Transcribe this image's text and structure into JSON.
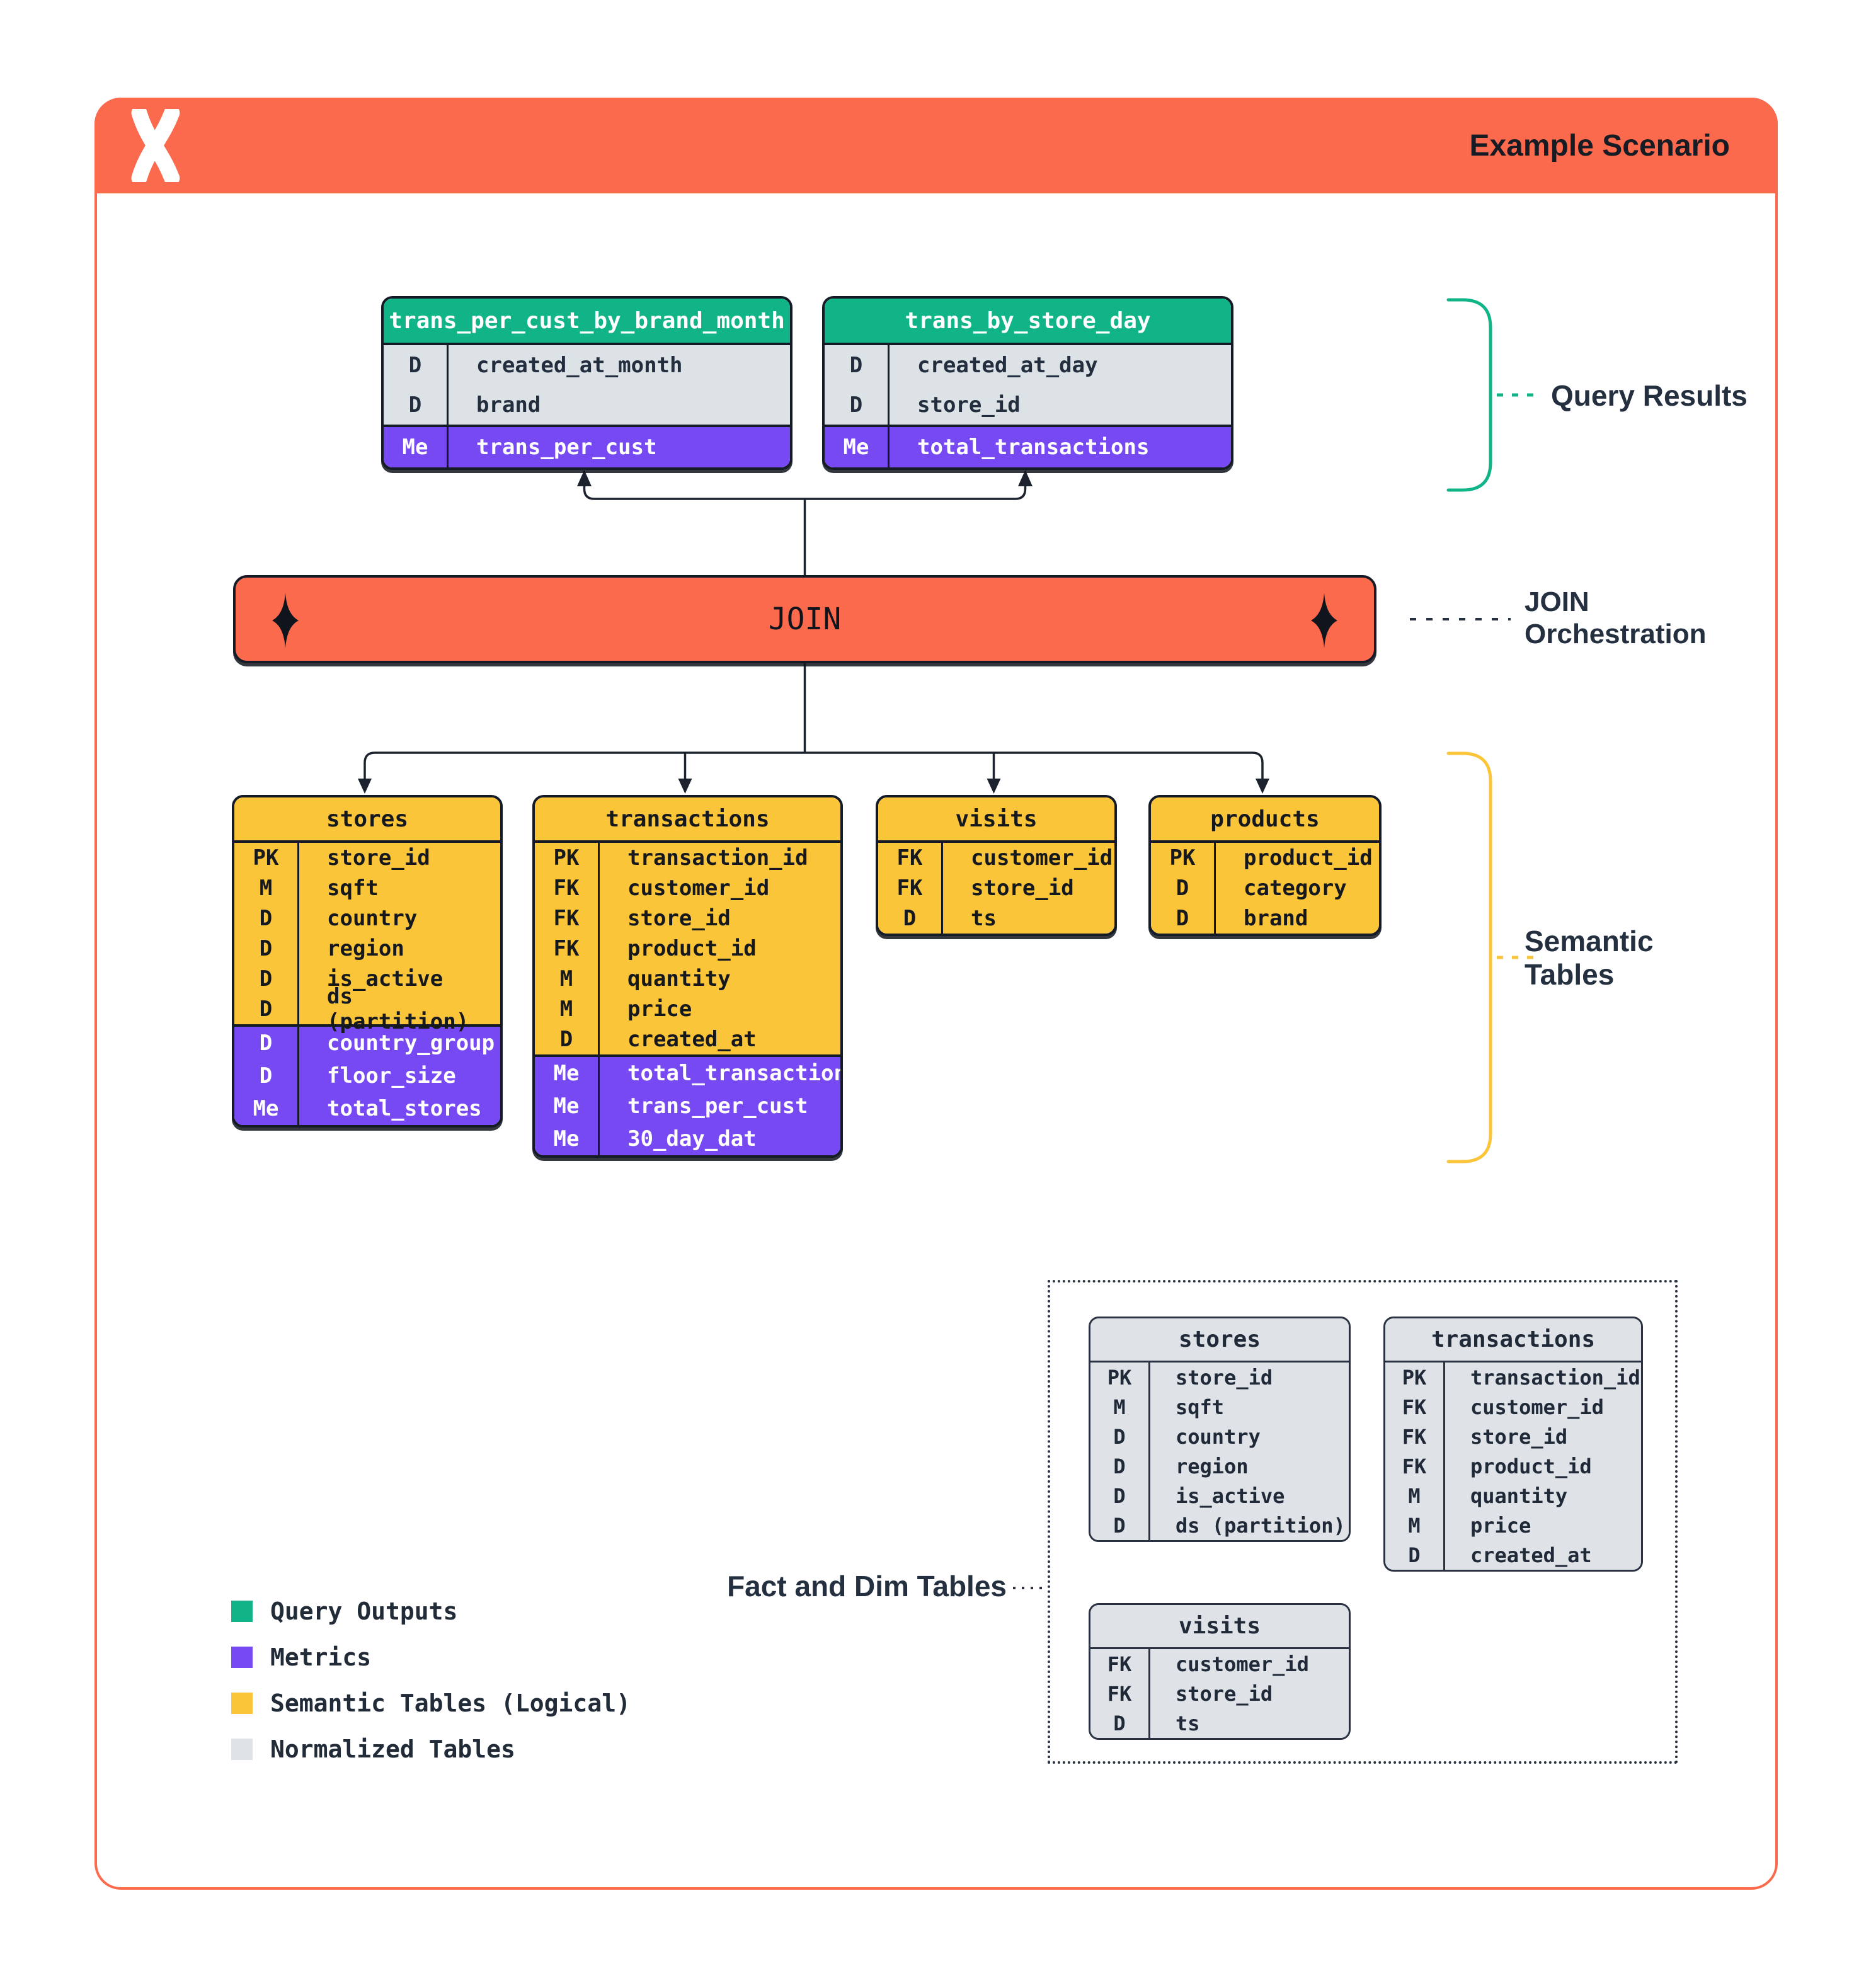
{
  "header": {
    "title": "Example Scenario",
    "logo": "x-mark-logo"
  },
  "join": {
    "label": "JOIN"
  },
  "labels": {
    "query_results": "Query Results",
    "join_orch_line1": "JOIN",
    "join_orch_line2": "Orchestration",
    "semantic_line1": "Semantic",
    "semantic_line2": "Tables",
    "fact_dim": "Fact and Dim Tables"
  },
  "colors": {
    "accent_orange": "#FC6A4D",
    "query_output_green": "#10B487",
    "metric_purple": "#7649F2",
    "semantic_yellow": "#FBC53A",
    "normalized_gray": "#DFE3E8",
    "ink_navy": "#2A3242"
  },
  "tables": {
    "qr1": {
      "name": "trans_per_cust_by_brand_month",
      "rows": [
        {
          "k": "D",
          "f": "created_at_month"
        },
        {
          "k": "D",
          "f": "brand"
        },
        {
          "k": "Me",
          "f": "trans_per_cust"
        }
      ]
    },
    "qr2": {
      "name": "trans_by_store_day",
      "rows": [
        {
          "k": "D",
          "f": "created_at_day"
        },
        {
          "k": "D",
          "f": "store_id"
        },
        {
          "k": "Me",
          "f": "total_transactions"
        }
      ]
    },
    "sem_stores": {
      "name": "stores",
      "rows": [
        {
          "k": "PK",
          "f": "store_id"
        },
        {
          "k": "M",
          "f": "sqft"
        },
        {
          "k": "D",
          "f": "country"
        },
        {
          "k": "D",
          "f": "region"
        },
        {
          "k": "D",
          "f": "is_active"
        },
        {
          "k": "D",
          "f": "ds (partition)"
        },
        {
          "k": "D",
          "f": "country_group"
        },
        {
          "k": "D",
          "f": "floor_size"
        },
        {
          "k": "Me",
          "f": "total_stores"
        }
      ]
    },
    "sem_transactions": {
      "name": "transactions",
      "rows": [
        {
          "k": "PK",
          "f": "transaction_id"
        },
        {
          "k": "FK",
          "f": "customer_id"
        },
        {
          "k": "FK",
          "f": "store_id"
        },
        {
          "k": "FK",
          "f": "product_id"
        },
        {
          "k": "M",
          "f": "quantity"
        },
        {
          "k": "M",
          "f": "price"
        },
        {
          "k": "D",
          "f": "created_at"
        },
        {
          "k": "Me",
          "f": "total_transactions"
        },
        {
          "k": "Me",
          "f": "trans_per_cust"
        },
        {
          "k": "Me",
          "f": "30_day_dat"
        }
      ]
    },
    "sem_visits": {
      "name": "visits",
      "rows": [
        {
          "k": "FK",
          "f": "customer_id"
        },
        {
          "k": "FK",
          "f": "store_id"
        },
        {
          "k": "D",
          "f": "ts"
        }
      ]
    },
    "sem_products": {
      "name": "products",
      "rows": [
        {
          "k": "PK",
          "f": "product_id"
        },
        {
          "k": "D",
          "f": "category"
        },
        {
          "k": "D",
          "f": "brand"
        }
      ]
    },
    "fact_stores": {
      "name": "stores",
      "rows": [
        {
          "k": "PK",
          "f": "store_id"
        },
        {
          "k": "M",
          "f": "sqft"
        },
        {
          "k": "D",
          "f": "country"
        },
        {
          "k": "D",
          "f": "region"
        },
        {
          "k": "D",
          "f": "is_active"
        },
        {
          "k": "D",
          "f": "ds (partition)"
        }
      ]
    },
    "fact_transactions": {
      "name": "transactions",
      "rows": [
        {
          "k": "PK",
          "f": "transaction_id"
        },
        {
          "k": "FK",
          "f": "customer_id"
        },
        {
          "k": "FK",
          "f": "store_id"
        },
        {
          "k": "FK",
          "f": "product_id"
        },
        {
          "k": "M",
          "f": "quantity"
        },
        {
          "k": "M",
          "f": "price"
        },
        {
          "k": "D",
          "f": "created_at"
        }
      ]
    },
    "fact_visits": {
      "name": "visits",
      "rows": [
        {
          "k": "FK",
          "f": "customer_id"
        },
        {
          "k": "FK",
          "f": "store_id"
        },
        {
          "k": "D",
          "f": "ts"
        }
      ]
    }
  },
  "legend": {
    "items": [
      {
        "label": "Query Outputs",
        "color": "#10B487"
      },
      {
        "label": "Metrics",
        "color": "#7649F2"
      },
      {
        "label": "Semantic Tables (Logical)",
        "color": "#FBC53A"
      },
      {
        "label": "Normalized Tables",
        "color": "#DFE3E8"
      }
    ]
  }
}
